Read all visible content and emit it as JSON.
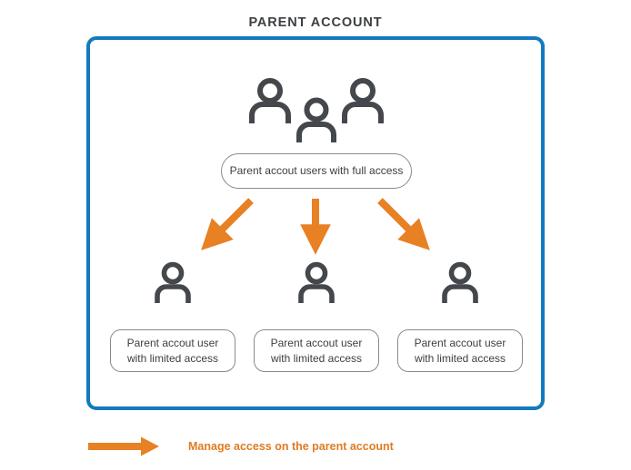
{
  "diagram": {
    "title": "PARENT ACCOUNT",
    "type": "hierarchy-access-diagram",
    "colors": {
      "frame_blue": "#1479be",
      "arrow_orange": "#e88024",
      "icon_gray": "#44474b",
      "box_border_gray": "#8a8a8a",
      "text_dark": "#3c4043"
    }
  },
  "frame": {
    "name": "parent-account-frame"
  },
  "top_group": {
    "icons": [
      {
        "name": "person-icon-left"
      },
      {
        "name": "person-icon-center"
      },
      {
        "name": "person-icon-right"
      }
    ],
    "label": "Parent accout users with full access"
  },
  "arrows": [
    {
      "name": "arrow-down-left",
      "direction": "down-left"
    },
    {
      "name": "arrow-down",
      "direction": "down"
    },
    {
      "name": "arrow-down-right",
      "direction": "down-right"
    }
  ],
  "children": [
    {
      "icon": "person-icon",
      "line1": "Parent accout user",
      "line2": "with limited access"
    },
    {
      "icon": "person-icon",
      "line1": "Parent accout user",
      "line2": "with limited access"
    },
    {
      "icon": "person-icon",
      "line1": "Parent accout user",
      "line2": "with limited access"
    }
  ],
  "legend": {
    "arrow_icon": "arrow-right-icon",
    "text": "Manage access on the parent account"
  }
}
